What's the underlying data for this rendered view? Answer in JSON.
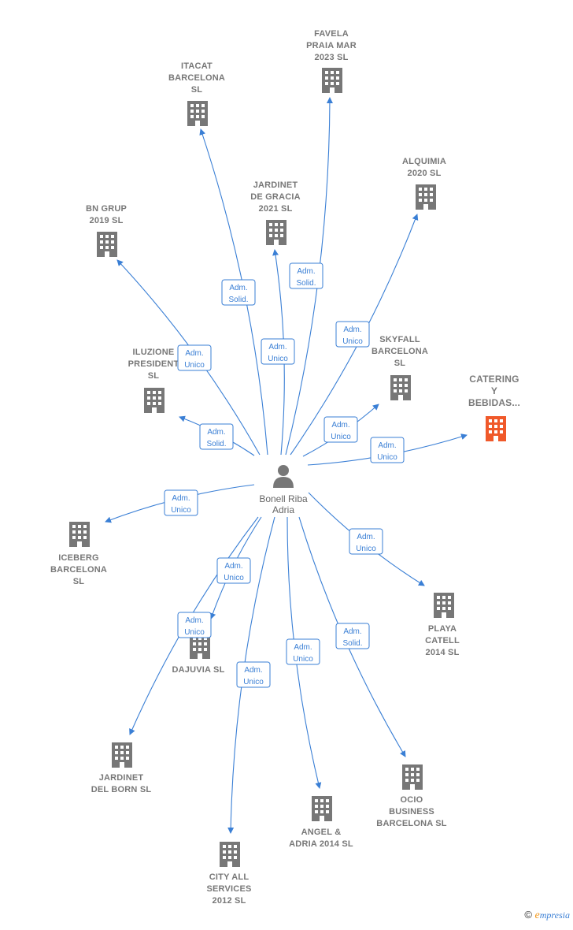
{
  "center": {
    "label_lines": [
      "Bonell Riba",
      "Adria"
    ]
  },
  "colors": {
    "edge": "#3a7fd5",
    "building": "#777777",
    "highlight": "#f0592a"
  },
  "companies": [
    {
      "id": "favela",
      "lines": [
        "FAVELA",
        "PRAIA MAR",
        "2023  SL"
      ],
      "highlight": false
    },
    {
      "id": "itacat",
      "lines": [
        "ITACAT",
        "BARCELONA",
        "SL"
      ],
      "highlight": false
    },
    {
      "id": "alquimia",
      "lines": [
        "ALQUIMIA",
        "2020  SL"
      ],
      "highlight": false
    },
    {
      "id": "jardinet-gracia",
      "lines": [
        "JARDINET",
        "DE GRACIA",
        "2021  SL"
      ],
      "highlight": false
    },
    {
      "id": "bn-grup",
      "lines": [
        "BN GRUP",
        "2019  SL"
      ],
      "highlight": false
    },
    {
      "id": "skyfall",
      "lines": [
        "SKYFALL",
        "BARCELONA",
        "SL"
      ],
      "highlight": false
    },
    {
      "id": "iluzione",
      "lines": [
        "ILUZIONE",
        "PRESIDENT",
        "SL"
      ],
      "highlight": false
    },
    {
      "id": "catering",
      "lines": [
        "CATERING",
        "Y",
        "BEBIDAS..."
      ],
      "highlight": true
    },
    {
      "id": "iceberg",
      "lines": [
        "ICEBERG",
        "BARCELONA",
        "SL"
      ],
      "highlight": false
    },
    {
      "id": "playa",
      "lines": [
        "PLAYA",
        "CATELL",
        "2014  SL"
      ],
      "highlight": false
    },
    {
      "id": "dajuvia",
      "lines": [
        "DAJUVIA  SL"
      ],
      "highlight": false
    },
    {
      "id": "jardinet-born",
      "lines": [
        "JARDINET",
        "DEL BORN  SL"
      ],
      "highlight": false
    },
    {
      "id": "ocio",
      "lines": [
        "OCIO",
        "BUSINESS",
        "BARCELONA SL"
      ],
      "highlight": false
    },
    {
      "id": "angel",
      "lines": [
        "ANGEL &",
        "ADRIA 2014  SL"
      ],
      "highlight": false
    },
    {
      "id": "city",
      "lines": [
        "CITY ALL",
        "SERVICES",
        "2012 SL"
      ],
      "highlight": false
    }
  ],
  "roles": [
    {
      "target": "favela",
      "lines": [
        "Adm.",
        "Solid."
      ]
    },
    {
      "target": "itacat",
      "lines": [
        "Adm.",
        "Solid."
      ]
    },
    {
      "target": "alquimia",
      "lines": [
        "Adm.",
        "Unico"
      ]
    },
    {
      "target": "jardinet-gracia",
      "lines": [
        "Adm.",
        "Unico"
      ]
    },
    {
      "target": "bn-grup",
      "lines": [
        "Adm.",
        "Unico"
      ]
    },
    {
      "target": "skyfall",
      "lines": [
        "Adm.",
        "Unico"
      ]
    },
    {
      "target": "iluzione",
      "lines": [
        "Adm.",
        "Solid."
      ]
    },
    {
      "target": "catering",
      "lines": [
        "Adm.",
        "Unico"
      ]
    },
    {
      "target": "iceberg",
      "lines": [
        "Adm.",
        "Unico"
      ]
    },
    {
      "target": "playa",
      "lines": [
        "Adm.",
        "Unico"
      ]
    },
    {
      "target": "dajuvia",
      "lines": [
        "Adm.",
        "Unico"
      ]
    },
    {
      "target": "jardinet-born",
      "lines": [
        "Adm.",
        "Unico"
      ]
    },
    {
      "target": "ocio",
      "lines": [
        "Adm.",
        "Solid."
      ]
    },
    {
      "target": "angel",
      "lines": [
        "Adm.",
        "Unico"
      ]
    },
    {
      "target": "city",
      "lines": [
        "Adm.",
        "Unico"
      ]
    }
  ],
  "footer": {
    "symbol": "©",
    "brand_first": "e",
    "brand_rest": "mpresia"
  }
}
